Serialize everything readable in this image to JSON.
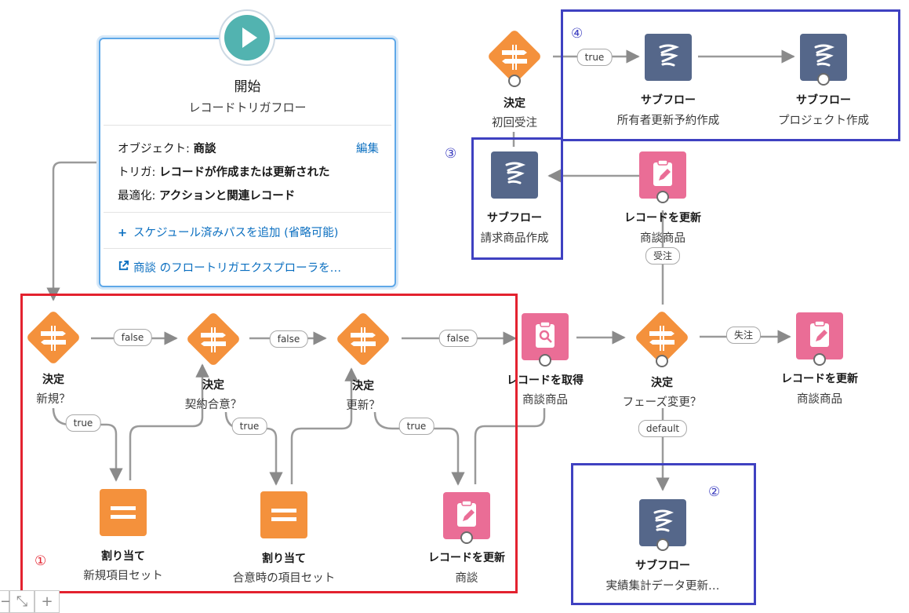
{
  "start": {
    "title": "開始",
    "subtitle": "レコードトリガフロー",
    "object_label": "オブジェクト:",
    "object_value": "商談",
    "trigger_label": "トリガ:",
    "trigger_value": "レコードが作成または更新された",
    "optimize_label": "最適化:",
    "optimize_value": "アクションと関連レコード",
    "edit_link": "編集",
    "add_path": "スケジュール済みパスを追加 (省略可能)",
    "explorer": "商談 のフロートリガエクスプローラを…"
  },
  "elements": {
    "decision_new": {
      "type": "決定",
      "label": "新規？"
    },
    "decision_agree": {
      "type": "決定",
      "label": "契約合意？"
    },
    "decision_update": {
      "type": "決定",
      "label": "更新？"
    },
    "get_records": {
      "type": "レコードを取得",
      "label": "商談商品"
    },
    "decision_phase": {
      "type": "決定",
      "label": "フェーズ変更？"
    },
    "update_lost": {
      "type": "レコードを更新",
      "label": "商談商品"
    },
    "assign_new": {
      "type": "割り当て",
      "label": "新規項目セット"
    },
    "assign_agree": {
      "type": "割り当て",
      "label": "合意時の項目セット"
    },
    "update_opp": {
      "type": "レコードを更新",
      "label": "商談"
    },
    "subflow_actual": {
      "type": "サブフロー",
      "label": "実績集計データ更新…"
    },
    "update_won": {
      "type": "レコードを更新",
      "label": "商談商品"
    },
    "subflow_billing": {
      "type": "サブフロー",
      "label": "請求商品作成"
    },
    "decision_first": {
      "type": "決定",
      "label": "初回受注"
    },
    "subflow_owner": {
      "type": "サブフロー",
      "label": "所有者更新予約作成"
    },
    "subflow_project": {
      "type": "サブフロー",
      "label": "プロジェクト作成"
    }
  },
  "pills": {
    "false1": "false",
    "false2": "false",
    "false3": "false",
    "true1": "true",
    "true2": "true",
    "true3": "true",
    "lost": "失注",
    "won": "受注",
    "default": "default",
    "true_top": "true"
  },
  "annotations": {
    "a1": "①",
    "a2": "②",
    "a3": "③",
    "a4": "④"
  },
  "zoom": {
    "minus": "−",
    "fit": "⤡",
    "plus": "+"
  },
  "colors": {
    "start": "#52b3b0",
    "decision": "#f4913c",
    "assignment": "#f4913c",
    "record": "#ea6d96",
    "subflow": "#55678a",
    "highlight_red": "#e3222f",
    "highlight_blue": "#3f41c1",
    "link": "#0b6fc0"
  },
  "icons": {
    "start": "play-icon",
    "decision": "signpost-icon",
    "assignment": "equals-icon",
    "get_records": "clipboard-search-icon",
    "update_records": "clipboard-pencil-icon",
    "subflow": "subflow-wave-icon"
  }
}
